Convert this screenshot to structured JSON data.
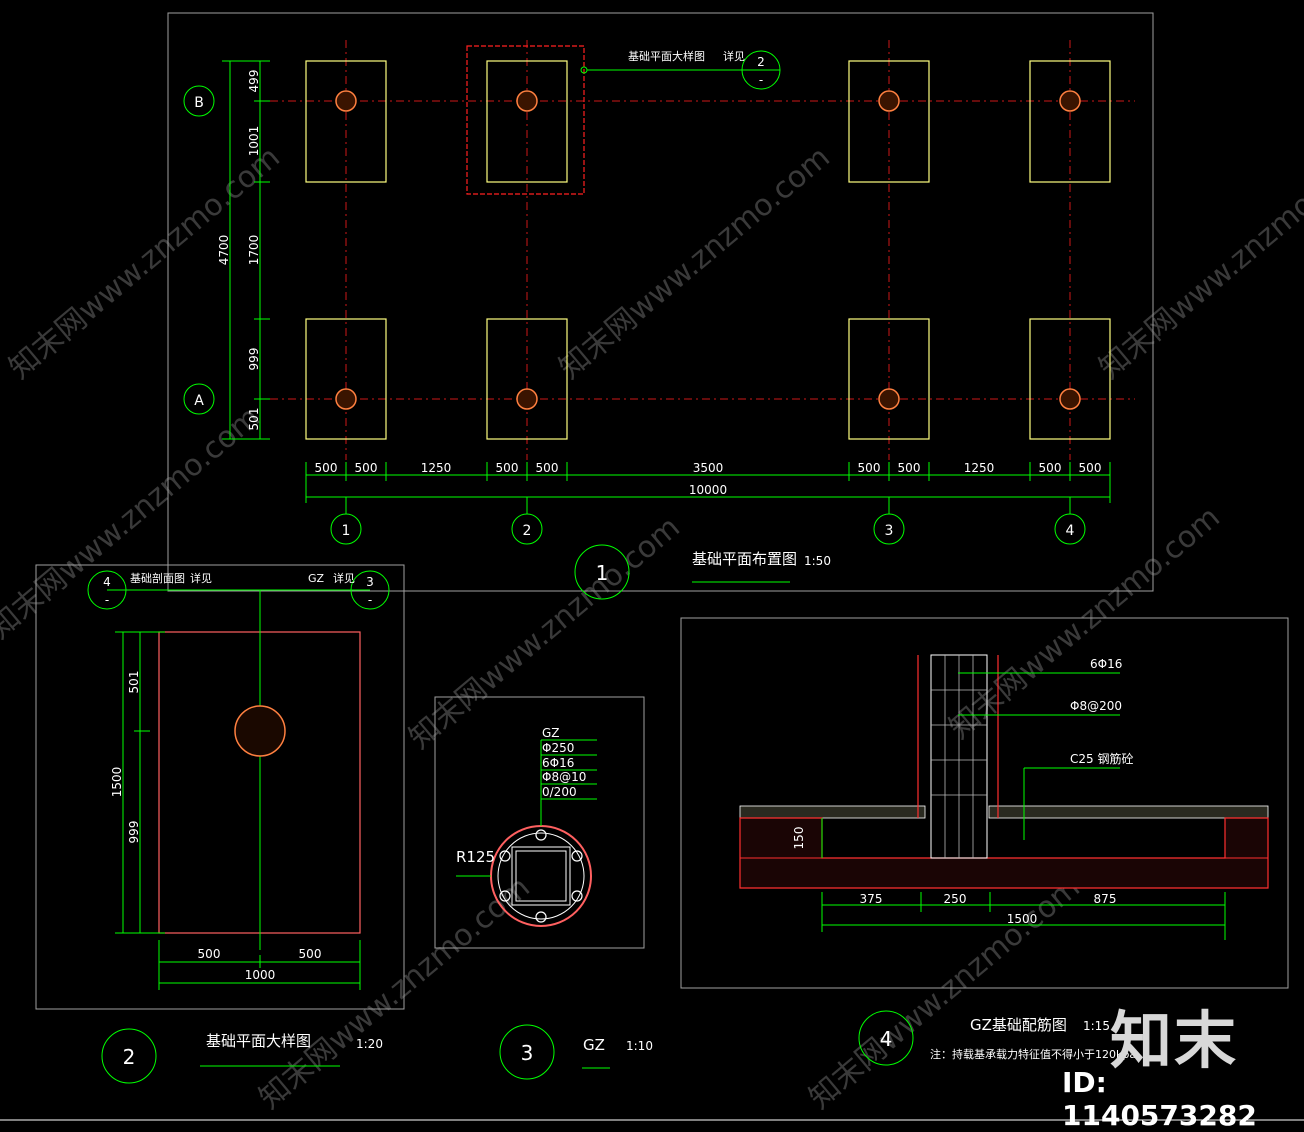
{
  "colors": {
    "background": "#000000",
    "frame": "#a0a0a0",
    "footing": "#ffff80",
    "grid_line": "#ff2020",
    "dimension": "#00ff00",
    "text": "#ffffff",
    "column": "#ff8040",
    "highlight": "#ff2020",
    "hatch": "#ff3030",
    "cyan_text": "#00ffff"
  },
  "plan": {
    "grid_rows": [
      "B",
      "A"
    ],
    "grid_cols": [
      "1",
      "2",
      "3",
      "4"
    ],
    "vertical_dims": [
      "499",
      "1001",
      "1700",
      "999",
      "501"
    ],
    "vertical_total": "4700",
    "horizontal_dims": [
      "500",
      "500",
      "1250",
      "500",
      "500",
      "3500",
      "500",
      "500",
      "1250",
      "500",
      "500"
    ],
    "horizontal_total": "10000",
    "callout_label": "基础平面大样图",
    "callout_detail": "详见",
    "callout_num": "2",
    "callout_sub": "-",
    "title": "基础平面布置图",
    "scale": "1:50",
    "number": "1"
  },
  "detail2": {
    "callout_left_label": "基础剖面图",
    "callout_left_detail": "详见",
    "callout_left_num": "4",
    "callout_right_label": "GZ",
    "callout_right_detail": "详见",
    "callout_right_num": "3",
    "callout_sub": "-",
    "dim_501": "501",
    "dim_999": "999",
    "dim_1500": "1500",
    "dim_500a": "500",
    "dim_500b": "500",
    "dim_1000": "1000",
    "title": "基础平面大样图",
    "scale": "1:20",
    "number": "2"
  },
  "detail3": {
    "labels": [
      "GZ",
      "Φ250",
      "6Φ16",
      "Φ8@10",
      "0/200"
    ],
    "radius_label": "R125",
    "title": "GZ",
    "scale": "1:10",
    "number": "3"
  },
  "detail4": {
    "labels": [
      "6Φ16",
      "Φ8@200",
      "C25 钢筋砼"
    ],
    "dim_150": "150",
    "dims": [
      "375",
      "250",
      "875"
    ],
    "dim_total": "1500",
    "title": "GZ基础配筋图",
    "scale": "1:15",
    "note": "注：持载基承载力特征值不得小于120kpa",
    "number": "4"
  },
  "watermark": {
    "texts": [
      "知末网www.znzmo.com"
    ],
    "brand": "知末",
    "id": "ID: 1140573282"
  }
}
